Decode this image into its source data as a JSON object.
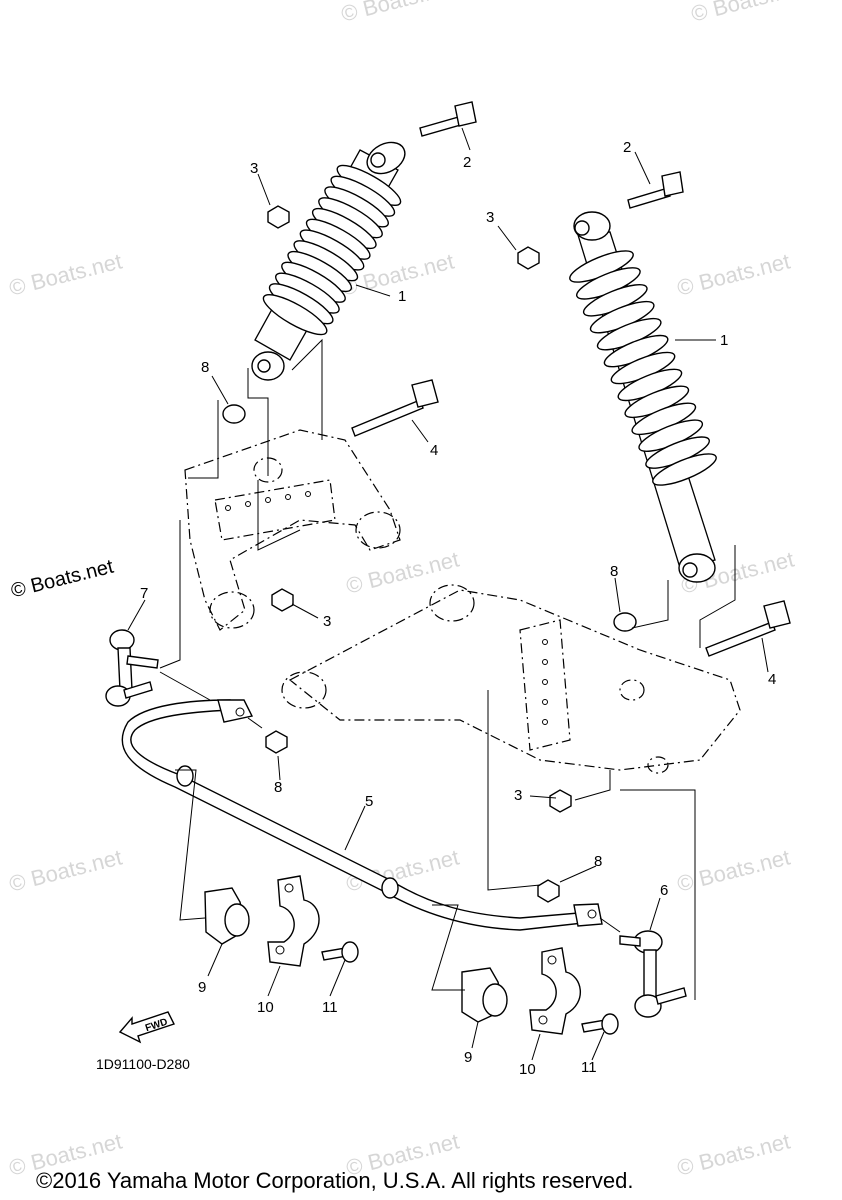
{
  "watermarks": [
    "© Boats.net",
    "© Boats.net",
    "© Boats.net",
    "© Boats.net",
    "© Boats.net",
    "© Boats.net",
    "© Boats.net",
    "© Boats.net",
    "© Boats.net",
    "© Boats.net",
    "© Boats.net",
    "© Boats.net",
    "© Boats.net"
  ],
  "watermark_strong": "© Boats.net",
  "callouts": [
    "1",
    "1",
    "2",
    "2",
    "3",
    "3",
    "3",
    "3",
    "4",
    "4",
    "5",
    "6",
    "7",
    "8",
    "8",
    "8",
    "8",
    "9",
    "9",
    "10",
    "10",
    "11",
    "11"
  ],
  "fwd_label": "FWD",
  "diagram_code": "1D91100-D280",
  "copyright": "©2016 Yamaha Motor Corporation, U.S.A. All rights reserved."
}
